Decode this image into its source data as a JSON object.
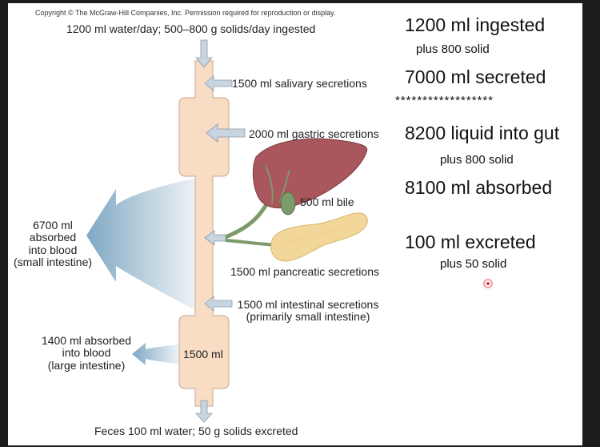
{
  "copyright": "Copyright © The McGraw-Hill Companies, Inc. Permission required for reproduction or display.",
  "ingested_label": "1200 ml water/day; 500–800 g solids/day ingested",
  "salivary_label": "1500 ml salivary secretions",
  "gastric_label": "2000 ml gastric secretions",
  "bile_label": "500 ml bile",
  "pancreatic_label": "1500 ml pancreatic secretions",
  "intestinal_label": [
    "1500 ml intestinal secretions",
    "(primarily small intestine)"
  ],
  "small_intestine_absorbed": [
    "6700 ml",
    "absorbed",
    "into blood",
    "(small intestine)"
  ],
  "large_intestine_absorbed": [
    "1400 ml absorbed",
    "into blood",
    "(large intestine)"
  ],
  "colon_label": "1500 ml",
  "feces_label": "Feces 100 ml water; 50 g solids excreted",
  "notes": [
    "1200 ml ingested",
    "plus 800 solid",
    "7000 ml secreted",
    "******************",
    "8200 liquid into gut",
    "plus 800 solid",
    "8100 ml absorbed",
    "100 ml excreted",
    "plus 50 solid"
  ],
  "colors": {
    "tract": "#f8dcc4",
    "tract_stroke": "#c9a68d",
    "arrow": "#c8d4e0",
    "absorb_arrow": "#7fa8c4",
    "liver": "#a9565c",
    "gallbladder": "#7c9a6a",
    "pancreas": "#f3d79a",
    "cursor": "#e23a3a"
  }
}
